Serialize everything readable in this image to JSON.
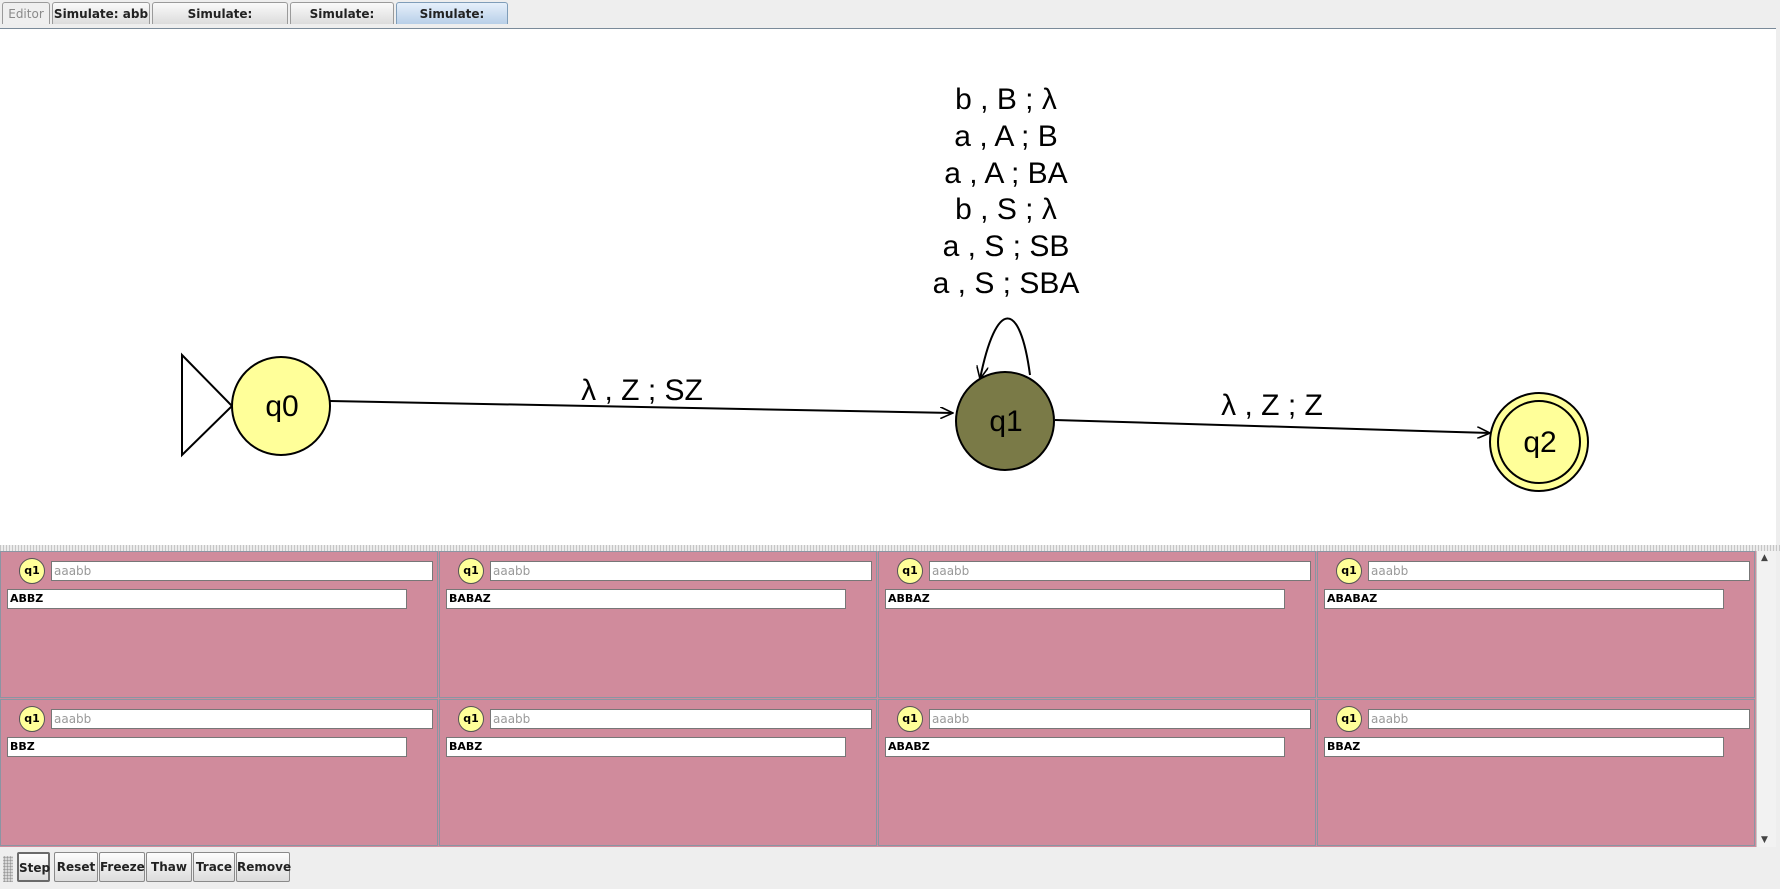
{
  "tabs": [
    {
      "label": "Editor",
      "disabled": true
    },
    {
      "label": "Simulate: abb"
    },
    {
      "label": "Simulate: aabbabbab"
    },
    {
      "label": "Simulate: abab"
    },
    {
      "label": "Simulate: aaabb",
      "active": true
    }
  ],
  "automaton": {
    "states": [
      {
        "id": "q0",
        "initial": true,
        "final": false,
        "current": false
      },
      {
        "id": "q1",
        "initial": false,
        "final": false,
        "current": true
      },
      {
        "id": "q2",
        "initial": false,
        "final": true,
        "current": false
      }
    ],
    "transitions": {
      "q0_q1": "λ , Z ; SZ",
      "q1_q2": "λ , Z ; Z",
      "q1_loop": [
        "b , B ; λ",
        "a , A ; B",
        "a , A ; BA",
        "b , S ; λ",
        "a , S ; SB",
        "a , S ; SBA"
      ]
    },
    "colors": {
      "state_fill": "#ffff99",
      "current_state_fill": "#7a7a47",
      "background": "#ffffff"
    }
  },
  "configurations": [
    {
      "state": "q1",
      "input": "aaabb",
      "stack": "ABBZ"
    },
    {
      "state": "q1",
      "input": "aaabb",
      "stack": "BABAZ"
    },
    {
      "state": "q1",
      "input": "aaabb",
      "stack": "ABBAZ"
    },
    {
      "state": "q1",
      "input": "aaabb",
      "stack": "ABABAZ"
    },
    {
      "state": "q1",
      "input": "aaabb",
      "stack": "BBZ"
    },
    {
      "state": "q1",
      "input": "aaabb",
      "stack": "BABZ"
    },
    {
      "state": "q1",
      "input": "aaabb",
      "stack": "ABABZ"
    },
    {
      "state": "q1",
      "input": "aaabb",
      "stack": "BBAZ"
    }
  ],
  "config_panel_color": "#d08b9c",
  "toolbar": {
    "step": "Step",
    "reset": "Reset",
    "freeze": "Freeze",
    "thaw": "Thaw",
    "trace": "Trace",
    "remove": "Remove"
  }
}
